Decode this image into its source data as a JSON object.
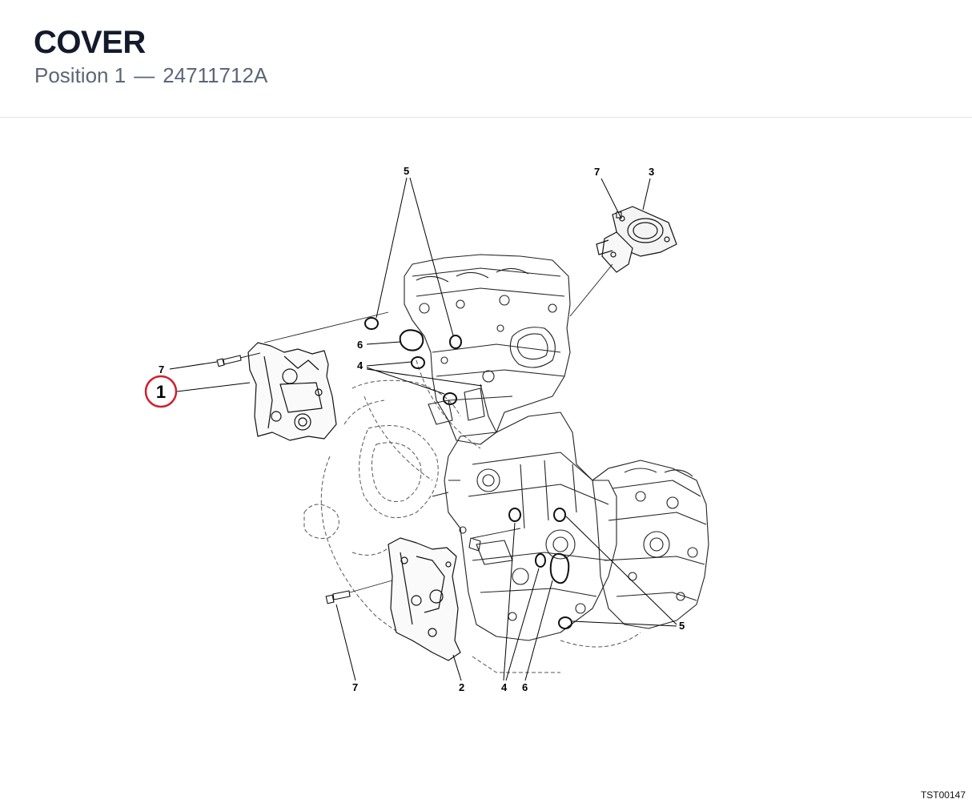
{
  "header": {
    "title": "COVER",
    "position_label": "Position 1",
    "separator": "—",
    "part_number": "24711712A"
  },
  "diagram": {
    "callouts": {
      "c5_top": "5",
      "c7_top": "7",
      "c3": "3",
      "c6_left": "6",
      "c4_left": "4",
      "c7_left": "7",
      "c1_selected": "1",
      "c7_bottom": "7",
      "c2": "2",
      "c4_bottom": "4",
      "c6_bottom": "6",
      "c5_right": "5"
    },
    "selected_color": "#d0202e"
  },
  "footer": {
    "drawing_code": "TST00147"
  }
}
